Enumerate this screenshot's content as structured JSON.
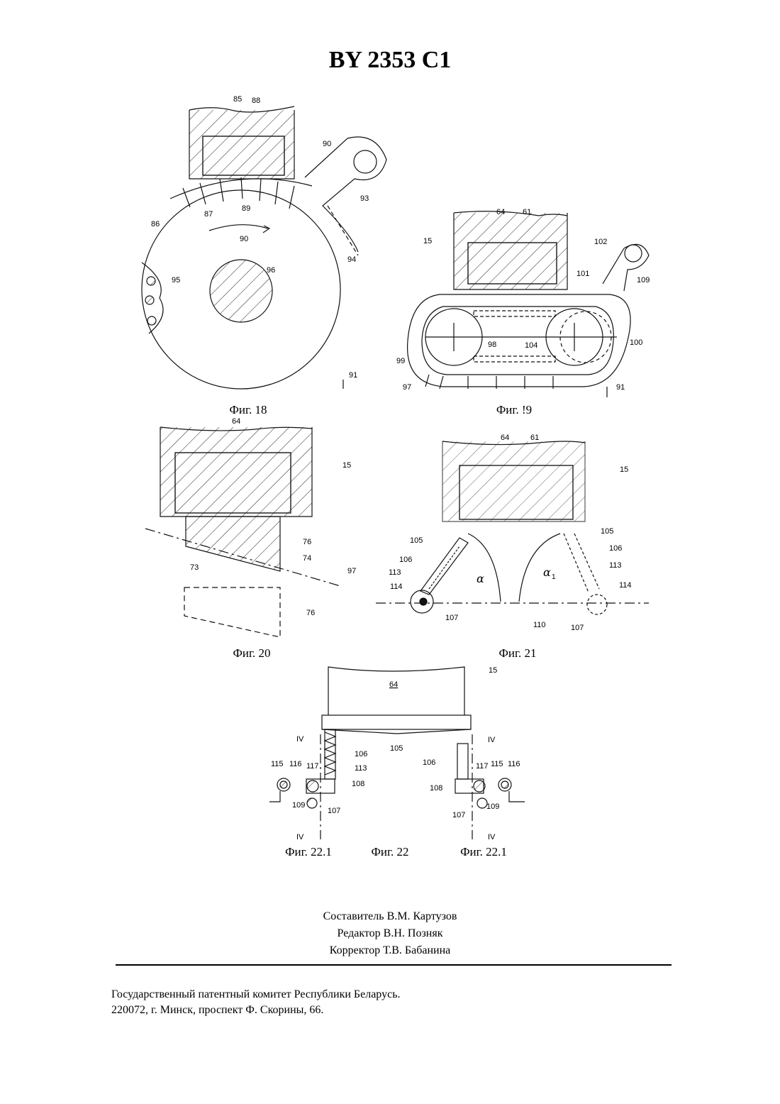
{
  "header": {
    "patent_number": "BY 2353 C1"
  },
  "figures": [
    {
      "id": "fig18",
      "caption": "Фиг. 18",
      "labels": [
        "85",
        "88",
        "90",
        "87",
        "89",
        "93",
        "94",
        "86",
        "90",
        "95",
        "96",
        "91"
      ]
    },
    {
      "id": "fig19",
      "caption": "Фиг. !9",
      "labels": [
        "64",
        "61",
        "15",
        "102",
        "101",
        "109",
        "98",
        "104",
        "99",
        "100",
        "97",
        "91"
      ]
    },
    {
      "id": "fig20",
      "caption": "Фиг. 20",
      "labels": [
        "64",
        "15",
        "76",
        "74",
        "73",
        "97",
        "76"
      ]
    },
    {
      "id": "fig21",
      "caption": "Фиг. 21",
      "labels": [
        "64",
        "61",
        "15",
        "105",
        "105",
        "106",
        "113",
        "114",
        "107",
        "110",
        "106",
        "113",
        "114",
        "107"
      ]
    },
    {
      "id": "fig22",
      "caption": "Фиг. 22",
      "captions_side": [
        "Фиг. 22.1",
        "Фиг. 22.1"
      ],
      "labels": [
        "64",
        "15",
        "IV",
        "IV",
        "IV",
        "IV",
        "105",
        "106",
        "113",
        "106",
        "115",
        "116",
        "117",
        "108",
        "117",
        "115",
        "116",
        "108",
        "109",
        "107",
        "107",
        "109"
      ]
    }
  ],
  "credits": {
    "compiler": "Составитель В.М. Картузов",
    "editor": "Редактор В.Н. Позняк",
    "proofreader": "Корректор Т.В. Бабанина"
  },
  "office": {
    "name": "Государственный патентный комитет Республики Беларусь.",
    "address": "220072, г. Минск, проспект Ф. Скорины, 66."
  }
}
